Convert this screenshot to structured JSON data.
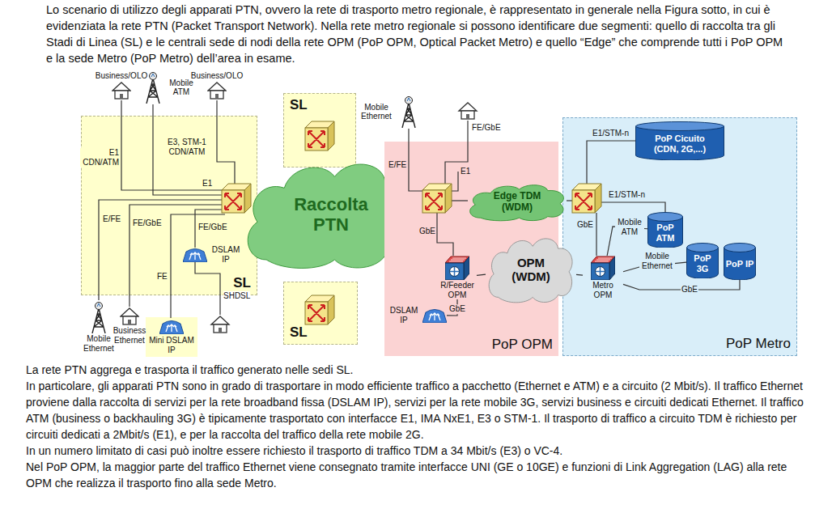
{
  "diagram": {
    "nodes": [
      {
        "text": [
          "Business/OLO"
        ]
      },
      {
        "text": [
          "Mobile ATM"
        ]
      },
      {
        "text": [
          "Business/OLO"
        ]
      },
      {
        "text": [
          "SL"
        ]
      },
      {
        "text": [
          "DSLAM IP"
        ],
        "in": 3
      },
      {
        "text": [
          "SL"
        ]
      },
      {
        "text": [
          "SL"
        ]
      },
      {
        "text": [
          "Mobile Ethernet"
        ]
      },
      {
        "text": [
          "Business Ethernet"
        ]
      },
      {
        "text": [
          "Mini DSLAM IP"
        ]
      },
      {
        "text": [
          "Raccolta PTN"
        ]
      },
      {
        "text": [
          "Mobile Ethernet"
        ]
      },
      {
        "text": [
          "PoP OPM"
        ]
      },
      {
        "text": [
          "DSLAM IP"
        ],
        "in": 12
      },
      {
        "text": [
          "R/Feeder OPM"
        ],
        "in": 12
      },
      {
        "text": [
          "PoP Metro"
        ]
      },
      {
        "text": [
          "PoP Cicuito (CDN, 2G,...)"
        ],
        "in": 15
      },
      {
        "text": [
          "PoP ATM"
        ],
        "in": 15
      },
      {
        "text": [
          "PoP 3G"
        ],
        "in": 15
      },
      {
        "text": [
          "PoP IP"
        ],
        "in": 15
      },
      {
        "text": [
          "Metro OPM"
        ],
        "in": 15
      },
      {
        "text": [
          "Edge TDM (WDM)"
        ]
      },
      {
        "text": [
          "OPM (WDM)"
        ]
      }
    ],
    "edges": [
      {
        "from": 13,
        "to": 14,
        "label": "GbE",
        "arrow": "none"
      },
      {
        "from": 14,
        "to": 22,
        "arrow": "none"
      },
      {
        "from": 22,
        "to": 20,
        "arrow": "none"
      },
      {
        "from": 20,
        "to": 17,
        "label": "Mobile ATM",
        "arrow": "none"
      },
      {
        "from": 20,
        "to": 18,
        "label": "Mobile Ethernet",
        "arrow": "none"
      },
      {
        "from": 20,
        "to": 19,
        "label": "GbE",
        "arrow": "none"
      }
    ],
    "labels": [
      "Lo scenario di utilizzo degli apparati PTN, ovvero la rete di trasporto metro regionale, è rappresentato in generale nella Figura sotto, in cui è evidenziata la rete PTN (Packet Transport Network). Nella rete metro regionale si possono identificare due segmenti: quello di raccolta tra gli Stadi di Linea (SL) e le centrali sede di nodi della rete OPM (PoP OPM, Optical Packet Metro) e quello “Edge” che comprende tutti i PoP OPM e la sede Metro (PoP Metro) dell’area in esame.",
      "E1 CDN/ATM",
      "E3, STM-1 CDN/ATM",
      "E1",
      "E/FE",
      "FE/GbE",
      "FE/GbE",
      "FE",
      "SHDSL",
      "FE/GbE",
      "E/FE",
      "E1",
      "GbE",
      "E1/STM-n",
      "E1/STM-n",
      "GbE",
      "La rete PTN aggrega e trasporta il traffico generato nelle sedi SL.",
      "In particolare, gli apparati PTN sono in grado di trasportare in modo efficiente traffico a pacchetto (Ethernet e ATM) e a circuito (2 Mbit/s). Il traffico Ethernet proviene dalla raccolta di servizi per la rete broadband fissa (DSLAM IP), servizi per la rete mobile 3G, servizi business e circuiti dedicati Ethernet. Il traffico ATM (business o backhauling 3G) è tipicamente trasportato con interfacce E1, IMA NxE1, E3 o STM-1. Il trasporto di traffico a circuito TDM è richiesto per circuiti dedicati a 2Mbit/s (E1), e per la raccolta del traffico della rete mobile 2G.",
      "In un numero limitato di casi può inoltre essere richiesto il trasporto di traffico TDM a 34 Mbit/s (E3) o VC-4.",
      "Nel PoP OPM, la maggior parte del traffico Ethernet viene consegnato tramite interfacce UNI (GE o 10GE) e funzioni di Link Aggregation (LAG) alla rete OPM che realizza il trasporto fino alla sede Metro."
    ]
  }
}
